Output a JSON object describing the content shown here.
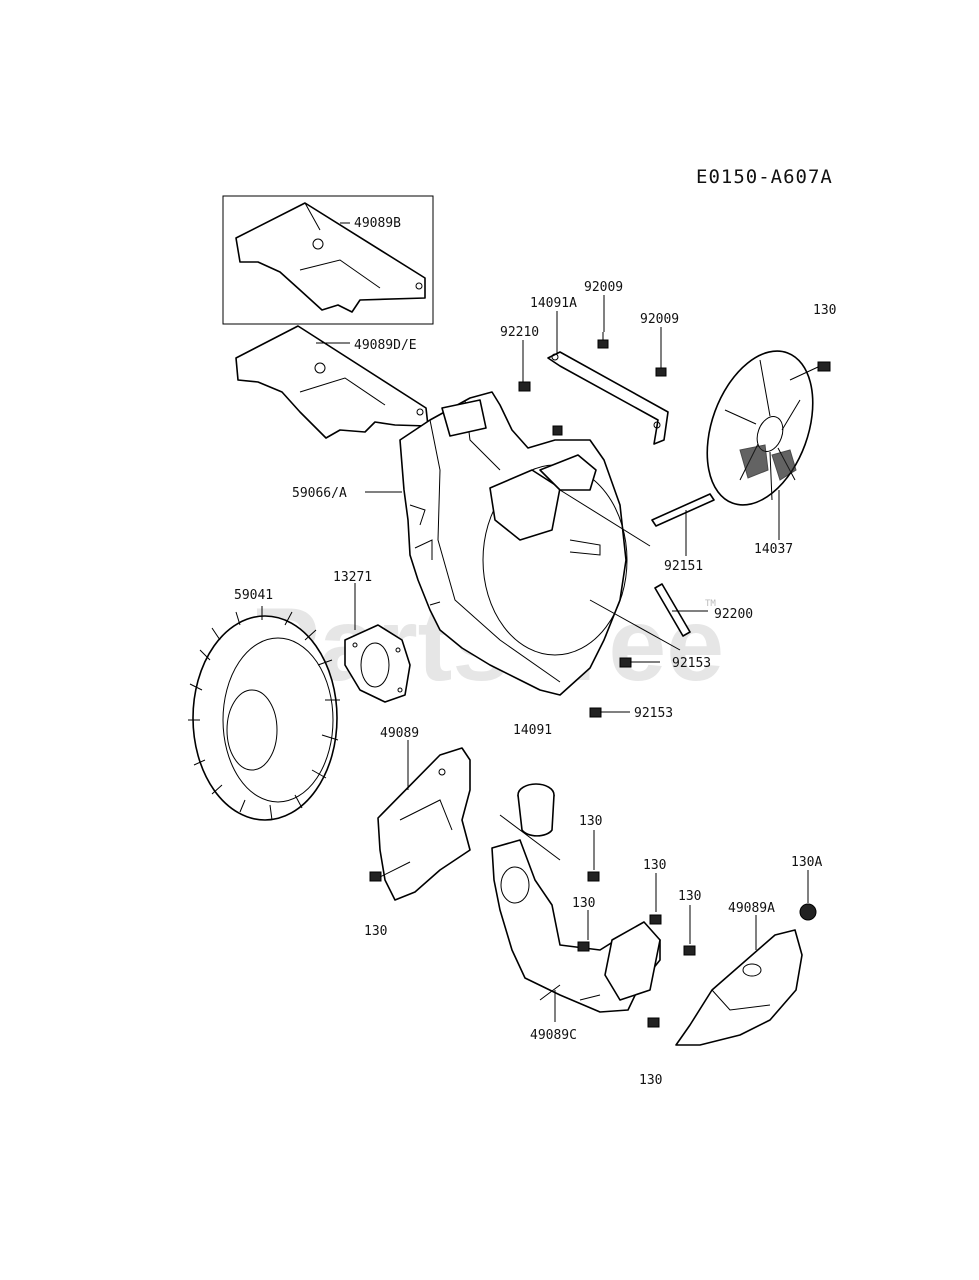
{
  "diagram_code": "E0150-A607A",
  "watermark": "PartsTree",
  "watermark_tm": "TM",
  "labels": {
    "p49089B": "49089B",
    "p49089DE": "49089D/E",
    "p92009a": "92009",
    "p14091A": "14091A",
    "p92009b": "92009",
    "p92210": "92210",
    "p130top": "130",
    "p59066A": "59066/A",
    "p92151": "92151",
    "p14037": "14037",
    "p13271": "13271",
    "p59041": "59041",
    "p92200": "92200",
    "p92153a": "92153",
    "p92153b": "92153",
    "p14091": "14091",
    "p49089": "49089",
    "p130a": "130",
    "p130b": "130",
    "p130c": "130",
    "p130d": "130",
    "p130A": "130A",
    "p49089A": "49089A",
    "p130left": "130",
    "p49089C": "49089C",
    "p130bottom": "130"
  }
}
